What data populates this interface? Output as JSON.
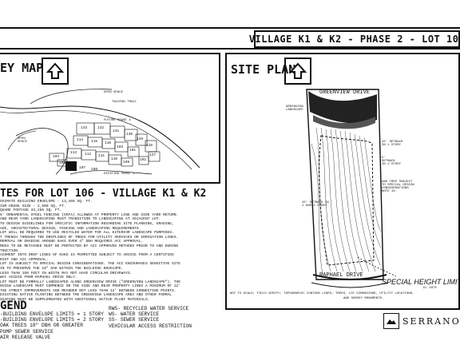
{
  "header": {
    "title": "VILLAGE K1 & K2 - PHASE 2 - LOT 106"
  },
  "key_map": {
    "title": "EY MAP",
    "labels": {
      "open_space_top": "OPEN SPACE",
      "talking_trail": "TALKING TRAIL",
      "future_phase": "FUTURE PHASE 4",
      "open_space_left": "OPEN\nSPACE",
      "existing_phase": "EXISTING PHASE 1"
    },
    "lots": [
      "133",
      "132",
      "131",
      "130",
      "129",
      "128",
      "127",
      "114",
      "115",
      "116",
      "113",
      "112",
      "111",
      "110",
      "109",
      "104",
      "105",
      "106",
      "107",
      "108",
      "101",
      "102",
      "103"
    ]
  },
  "notes": {
    "title": "TES FOR LOT 106 - VILLAGE K1 & K2",
    "lines": [
      "OXIMATE BUILDING ENVELOPE - 13,468 SQ. FT.",
      "IUM HOUSE SIZE - 2,500 SQ. FT.",
      "QUARE FOOTAGE 33,285 SQ. FT.",
      "6' ORNAMENTAL STEEL FENCING (OSFA) ALLOWED AT PROPERTY LINE AND SIDE YARD RETURN.",
      "AND REAR YARD LANDSCAPING MUST TRANSITION TO LANDSCAPING AT ADJACENT LOT.",
      "TO DESIGN GUIDELINES FOR SPECIFIC INFORMATION REGARDING SITE PLANNING, GRADING,",
      "AGE, ARCHITECTURAL DESIGN, FENCING AND LANDSCAPING REQUIREMENTS.",
      "LOT WILL BE REQUIRED TO USE RECYCLED WATER FOR ALL EXTERIOR LANDSCAPE PURPOSES.",
      "T TRENCH THROUGH THE DRIPLINES OF TREES FOR UTILITY SERVICES OR IRRIGATION LINES.",
      "REMOVAL OR GRADING AROUND OAKS OVER 4\" DBH REQUIRES ACC APPROVAL.",
      "REES TO BE RETAINED MUST BE PROTECTED BY ACC APPROVED METHODS PRIOR TO AND DURING",
      "TRUCTION.",
      "ACHMENT INTO DRIP LINES OF OAKS IS PERMITTED SUBJECT TO ADVICE FROM A CERTIFIED",
      "RIST AND ACC APPROVAL.",
      "LOT IS SUBJECT TO SPECIAL DESIGN CONSIDERATIONS. THE ACC ENCOURAGES SENSITIVE SITE",
      "IN TO PRESERVE THE 18\" OAK WITHIN THE BUILDING ENVELOPE.",
      "LESS THAN 150 FEET IN WIDTH MAY NOT HAVE CIRCULAR DRIVEWAYS.",
      "WAY ACCESS FROM RAPHAEL DRIVE ONLY.",
      "LOT MUST BE FORMALLY LANDSCAPED ALONG GREENVIEW DRIVE (\"GREENVIEW LANDSCAPE\"). THE",
      "NVIEW LANDSCAPE MUST COMMENCE ON THE SIDE AND REAR PROPERTY LINES A MINIMUM OF 12'",
      "THE STREET IMPROVEMENTS AND MEANDER NOT LESS THAN 12' BETWEEN CONNECTING POINTS.",
      "EXISTING NATIVE PLANTING BETWEEN THE GREENVIEW LANDSCAPE AREA AND OTHER FORMAL",
      "SCAPING MUST BE SUPPLEMENTED WITH ADDITIONAL NATIVE PLANT MATERIALS."
    ]
  },
  "legend": {
    "title": "GEND",
    "left_items": [
      "-BUILDING ENVELOPE LIMITS = 1 STORY",
      "-BUILDING ENVELOPE LIMITS = 2 STORY",
      "OAK TREES 18\" DBH OR GREATER",
      "PUMP SEWER SERVICE",
      "AIR RELEASE VALVE"
    ],
    "right_items": [
      "RWS- RECYCLED WATER SERVICE",
      "WS- WATER SERVICE",
      "SS- SEWER SERVICE",
      "VEHICULAR ACCESS RESTRICTION"
    ]
  },
  "site_plan": {
    "title": "SITE PLAN",
    "street_top": "GREENVIEW DRIVE",
    "street_bottom": "RAPHAEL DRIVE",
    "greenview_landscape": "GREENVIEW\nLANDSCAPE",
    "side_labels": [
      "15' SETBACK\nIN 1 STORY",
      "5'\nSETBACK\nIN 2 STORY",
      "OAK TREE SUBJECT\nTO SPECIAL DESIGN\nCONSIDERATIONS\nNOTE 10.",
      "15' SETBACK IN\n1 AND 2 STORY"
    ],
    "special_height": "SPECIAL HEIGHT LIMIT",
    "special_height_el": "EL 1075",
    "footnote": "NOT TO SCALE; FIELD VERIFY; TOPOGRAPHIC CONTOUR LINES, TREES, LOT DIMENSIONS, UTILITY LOCATIONS,",
    "footnote2": "AND SURVEY MONUMENTS."
  },
  "brand": {
    "name": "SERRANO"
  }
}
